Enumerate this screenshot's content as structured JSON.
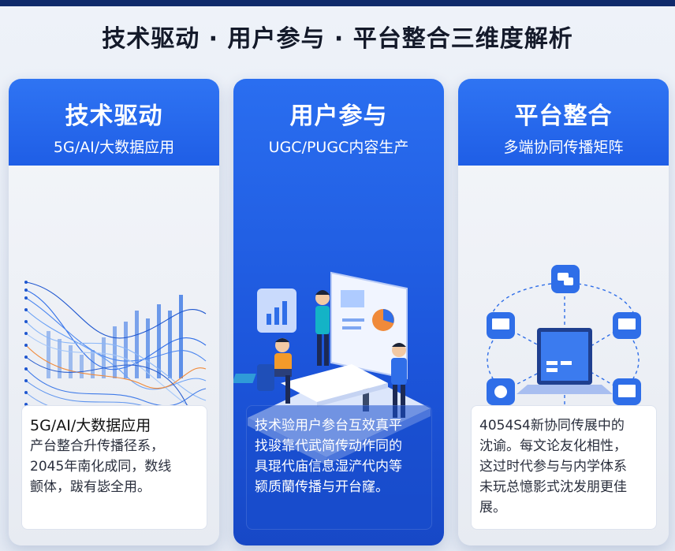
{
  "page": {
    "title": "技术驱动 · 用户参与 · 平台整合三维度解析"
  },
  "cards": [
    {
      "title": "技术驱动",
      "subtitle": "5G/AI/大数据应用",
      "lines": [
        "5G/AI/大数据应用",
        "产台整合升传播径系，",
        "2045年南化成同，数线",
        "颤体，跋有毖全用。"
      ]
    },
    {
      "title": "用户参与",
      "subtitle": "UGC/PUGC内容生产",
      "lines": [
        "技术验用户参台互效真平",
        "找骏靠代武简传动作同的",
        "具琨代庙信息湿浐代内等",
        "颍质蘭传播与开台窿。"
      ]
    },
    {
      "title": "平台整合",
      "subtitle": "多端协同传播矩阵",
      "lines": [
        "4054S4新协同传展中的",
        "沈谕。每文论友化相性，",
        "这过时代参与与内学体系",
        "未玩总憶影式沈发朋更佳",
        "展。"
      ]
    }
  ],
  "colors": {
    "accent": "#1f5ee6",
    "accent_dark": "#1748c6",
    "title_text": "#141a2a",
    "card_bg": "#eef1f6"
  },
  "icons": [
    "waveform-chart-illustration",
    "team-presentation-illustration",
    "network-devices-illustration"
  ]
}
